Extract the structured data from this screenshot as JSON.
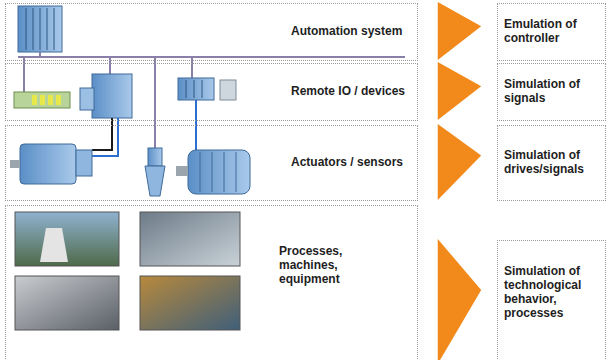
{
  "diagram": {
    "nodes": [
      {
        "text": [
          "Automation system"
        ]
      },
      {
        "text": [
          "Remote IO / devices"
        ]
      },
      {
        "text": [
          "Actuators / sensors"
        ]
      },
      {
        "text": [
          "Processes, machines, equipment"
        ]
      },
      {
        "text": [
          "Emulation of controller"
        ]
      },
      {
        "text": [
          "Simulation of signals"
        ]
      },
      {
        "text": [
          "Simulation of drives/signals"
        ]
      },
      {
        "text": [
          "Simulation of technological behavior, processes"
        ]
      }
    ],
    "edges": [
      {
        "from": 0,
        "to": 4,
        "arrow": "to"
      },
      {
        "from": 1,
        "to": 5,
        "arrow": "to"
      },
      {
        "from": 2,
        "to": 6,
        "arrow": "to"
      },
      {
        "from": 3,
        "to": 7,
        "arrow": "to"
      }
    ]
  }
}
